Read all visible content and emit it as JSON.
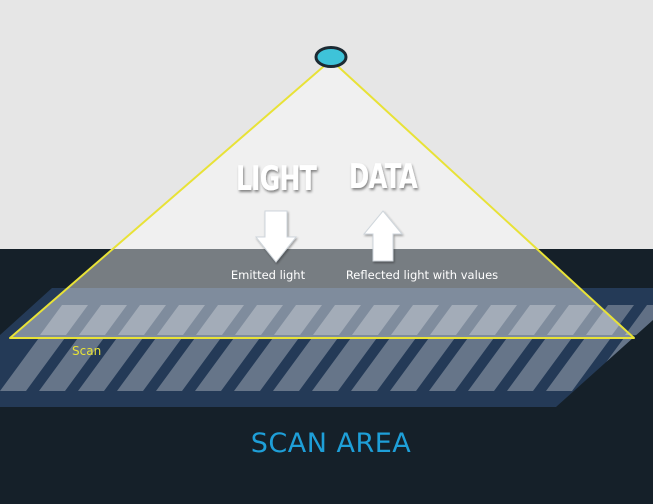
{
  "diagram": {
    "light_label": "LIGHT",
    "data_label": "DATA",
    "emitted_caption": "Emitted light",
    "reflected_caption": "Reflected light with values",
    "scan_label": "Scan",
    "area_title": "SCAN AREA"
  },
  "colors": {
    "upper_background": "#e6e6e6",
    "lower_background": "#152029",
    "plane": "#243a57",
    "cone_fill": "#ffffff",
    "cone_outline": "#e8e237",
    "sensor_fill": "#3ec3d9",
    "sensor_outline": "#1c2a33",
    "scan_label_color": "#e8e237",
    "area_title_color": "#1e9fd8",
    "word_color": "#ffffff"
  },
  "icons": {
    "sensor": "sensor-lens-icon",
    "emitted": "arrow-down-icon",
    "reflected": "arrow-up-icon"
  }
}
